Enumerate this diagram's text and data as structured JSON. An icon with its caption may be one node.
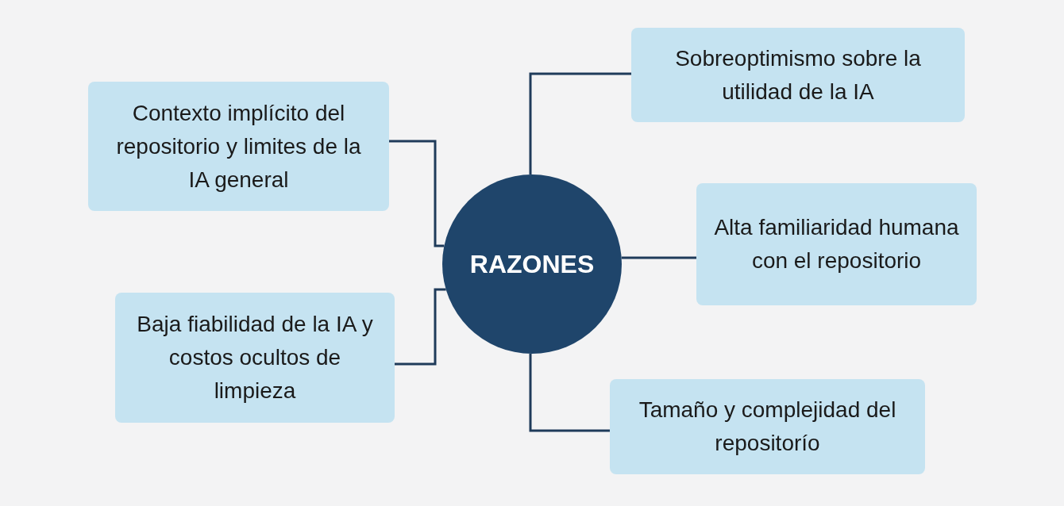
{
  "diagram": {
    "nodes": [
      {
        "text": [
          "RAZONES"
        ]
      },
      {
        "text": [
          "Contexto implícito del repositorio y limites de la IA general"
        ]
      },
      {
        "text": [
          "Sobreoptimismo sobre la utilidad de la IA"
        ]
      },
      {
        "text": [
          "Alta familiaridad humana con el repositorio"
        ]
      },
      {
        "text": [
          "Baja fiabilidad de la IA y costos ocultos de limpieza"
        ]
      },
      {
        "text": [
          "Tamaño y complejidad del repositorío"
        ]
      }
    ],
    "edges": [
      {
        "from": 0,
        "to": 1,
        "arrow": "none"
      },
      {
        "from": 0,
        "to": 2,
        "arrow": "none"
      },
      {
        "from": 0,
        "to": 3,
        "arrow": "none"
      },
      {
        "from": 0,
        "to": 4,
        "arrow": "none"
      },
      {
        "from": 0,
        "to": 5,
        "arrow": "none"
      }
    ]
  }
}
